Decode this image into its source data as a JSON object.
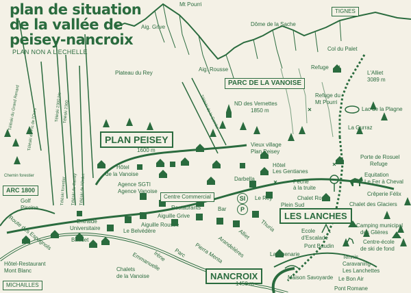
{
  "title": [
    "plan de situation",
    "de la vallée de",
    "peisey-nancroix"
  ],
  "subtitle": "PLAN NON A L'ECHELLE",
  "mountains": {
    "mt_pourri": "Mt Pourri",
    "aig_grive": "Aig. Grive",
    "dome_sache": "Dôme de la Sache",
    "aig_rousse": "Aig. Rousse",
    "plateau_rey": "Plateau du Rey",
    "col_palet": "Col du Palet"
  },
  "places": {
    "tignes": "TIGNES",
    "parc_vanoise": "PARC DE LA VANOISE",
    "refuge": "Refuge",
    "lalliet": "L'Alliet",
    "lalliet_alt": "3089 m",
    "nd_vernettes": "ND des Vernettes",
    "nd_vernettes_alt": "1850 m",
    "refuge_mt_pourri": [
      "Refuge du",
      "Mt Pourri"
    ],
    "lac_plagne": "Lac de la Plagne",
    "la_gurraz": "La Gurraz",
    "plan_peisey": "PLAN PEISEY",
    "plan_peisey_alt": "1600 m",
    "vieux_village": [
      "Vieux village",
      "Plan Peisey"
    ],
    "hotel_vanoise": [
      "Hôtel",
      "de la Vanoise"
    ],
    "hotel_gentianes": [
      "Hôtel",
      "Les Gentianes"
    ],
    "porte_rosuel": "Porte de Rosuel",
    "refuge2": "Refuge",
    "darbella": "Darbella",
    "peche": [
      "Pêche",
      "à la truite"
    ],
    "equitation": [
      "Equitation",
      "Le Fer à Cheval"
    ],
    "agence": [
      "Agence SGTI",
      "Agence Vanoise"
    ],
    "centre_commercial": "Centre Commercial",
    "chalet_rose": "Chalet Rose",
    "creperie": "Crêperie Félix",
    "le_rey": "Le Rey",
    "plein_sud": "Plein Sud",
    "chalet_glaciers": "Chalet des Glaciers",
    "restaurants": "Restaurants",
    "bar": "Bar",
    "si": "SI",
    "p": "P",
    "aiguille_grive": "Aiguille Grive",
    "aiguille_rousse": "Aiguille Rousse",
    "le_belvedere": "Le Belvédère",
    "entraide": [
      "Entraide",
      "Universitaire"
    ],
    "baudet": "Baudet",
    "les_lanches": "LES LANCHES",
    "thuria": "Thuria",
    "alliet": "Alliet",
    "arandelieres": "Arandelières",
    "pierra_menta": "Pierra Menta",
    "parc": "Parc",
    "irene": "Irène",
    "emmanuelle": "Emmanuelle",
    "chalets_vanoise": [
      "Chalets",
      "de la Vanoise"
    ],
    "camping": [
      "Camping municipal",
      "des Glières"
    ],
    "centre_ecole": [
      "Centre-école",
      "de ski de fond"
    ],
    "tennis": [
      "Tennis",
      "Caravaning",
      "Les Lanchettes"
    ],
    "ecole_escalade": [
      "Ecole",
      "d'Escalade"
    ],
    "pont_baudin": "Pont Baudin",
    "la_chenarie": "La Chenarie",
    "le_bon_air": "Le Bon Air",
    "nancroix": "NANCROIX",
    "nancroix_alt": "1450 m",
    "maison_savoyarde": "Maison Savoyarde",
    "pont_romane": "Pont Romane",
    "arc1800": "ARC 1800",
    "golf": [
      "Golf",
      "Piscine"
    ],
    "route_espagnols": "Route des Espagnols",
    "hotel_mont_blanc": [
      "Hôtel-Restaurant",
      "Mont Blanc"
    ],
    "michailles": "MICHAILLES",
    "chemin_forestier": "Chemin forestier"
  },
  "ski_lifts": [
    "Téléski du Grand Renard",
    "Téléski du Pic de l'Ours",
    "Téléski 2300 bis",
    "Téléski 2300",
    "Téléski de la Combe",
    "Téléski forestier",
    "Téléski du Carrey",
    "Téléski de l'Ordet"
  ],
  "colors": {
    "ink": "#2a6b3e",
    "paper": "#f4f1e6"
  }
}
